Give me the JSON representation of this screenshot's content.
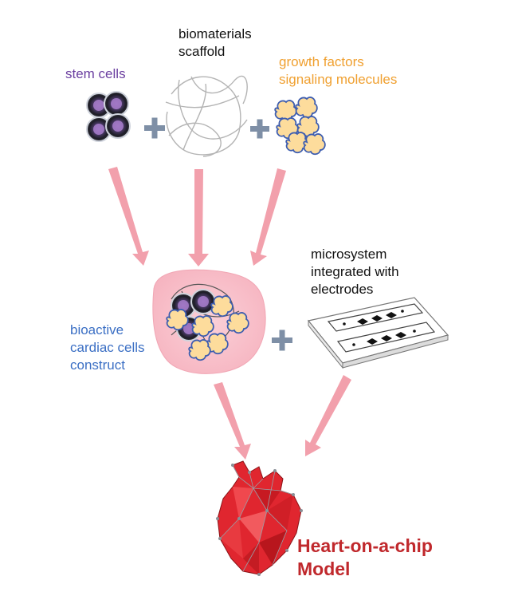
{
  "labels": {
    "stem_cells": "stem cells",
    "biomaterials": [
      "biomaterials",
      "scaffold"
    ],
    "growth_factors": [
      "growth factors",
      "signaling molecules"
    ],
    "microsystem": [
      "microsystem",
      "integrated with",
      "electrodes"
    ],
    "bioactive": [
      "bioactive",
      "cardiac cells",
      "construct"
    ],
    "title": [
      "Heart-on-a-chip",
      "Model"
    ]
  },
  "colors": {
    "stem_cells_text": "#6b3fa0",
    "growth_text": "#f0a030",
    "bioactive_text": "#3b6fc4",
    "title_text": "#c0282c",
    "arrow": "#f2a0ac",
    "plus": "#7e8fa6",
    "heart": "#e0262f"
  },
  "icons": {
    "stem_cells": "cell-cluster-icon",
    "scaffold": "fiber-scaffold-icon",
    "growth_factors": "growth-factor-blobs-icon",
    "construct": "cell-construct-icon",
    "chip": "microchip-electrode-icon",
    "heart": "polygon-heart-icon",
    "plus": "plus-icon",
    "arrow": "arrow-icon"
  }
}
